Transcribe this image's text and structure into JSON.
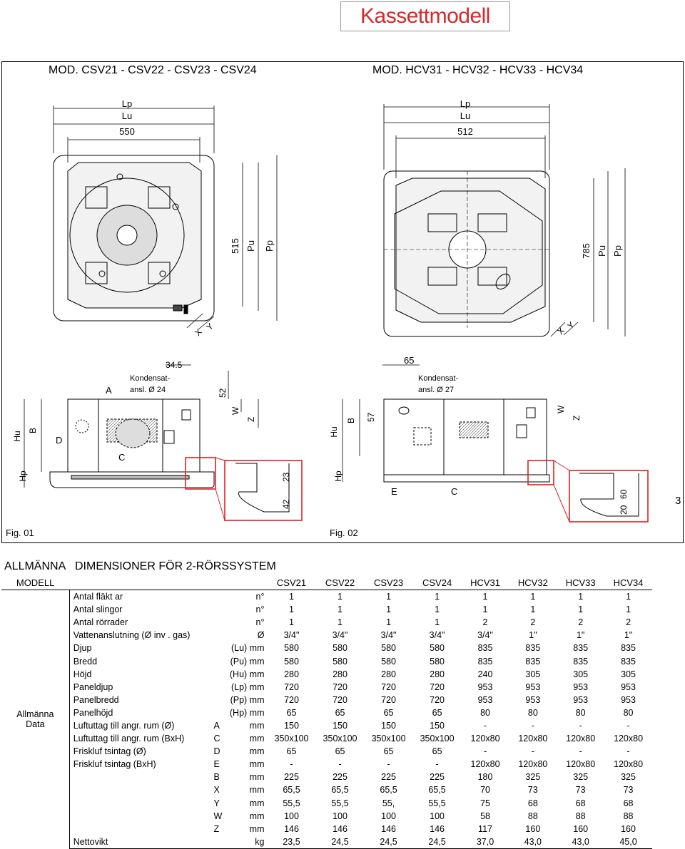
{
  "header": {
    "title": "Kassettmodell"
  },
  "drawing": {
    "left_title": "MOD. CSV21 - CSV22 - CSV23 - CSV24",
    "right_title": "MOD.  HCV31 - HCV32 - HCV33 - HCV34",
    "page_number": "3",
    "fig1": "Fig.  01",
    "fig2": "Fig.  02",
    "labels": {
      "lp": "Lp",
      "lu": "Lu",
      "w550": "550",
      "w512": "512",
      "h515": "515",
      "h785": "785",
      "pu": "Pu",
      "pp": "Pp",
      "x": "X",
      "y": "Y",
      "d345": "34.5",
      "d65": "65",
      "a": "A",
      "kond1": "Kondensat-",
      "ansl24": "ansl. Ø 24",
      "ansl27": "ansl. Ø 27",
      "d52": "52",
      "d57": "57",
      "w": "W",
      "z": "Z",
      "hu": "Hu",
      "b": "B",
      "d": "D",
      "c": "C",
      "e": "E",
      "hp": "Hp",
      "d23": "23",
      "d42": "42",
      "d20": "20",
      "d60": "60"
    }
  },
  "table": {
    "section_general": "ALLMÄNNA",
    "section_dims": "DIMENSIONER FÖR 2-RÖRSSYSTEM",
    "modell_label": "MODELL",
    "group_label_1": "Allmänna",
    "group_label_2": "Data",
    "models": [
      "CSV21",
      "CSV22",
      "CSV23",
      "CSV24",
      "HCV31",
      "HCV32",
      "HCV33",
      "HCV34"
    ],
    "rows": [
      {
        "param": "Antal fläkt ar",
        "sym": "",
        "unit": "n°",
        "values": [
          "1",
          "1",
          "1",
          "1",
          "1",
          "1",
          "1",
          "1"
        ]
      },
      {
        "param": "Antal slingor",
        "sym": "",
        "unit": "n°",
        "values": [
          "1",
          "1",
          "1",
          "1",
          "1",
          "1",
          "1",
          "1"
        ]
      },
      {
        "param": "Antal rörrader",
        "sym": "",
        "unit": "n°",
        "values": [
          "1",
          "1",
          "1",
          "1",
          "2",
          "2",
          "2",
          "2"
        ]
      },
      {
        "param": "Vattenanslutning (Ø inv . gas)",
        "sym": "",
        "unit": "Ø",
        "values": [
          "3/4\"",
          "3/4\"",
          "3/4\"",
          "3/4\"",
          "3/4\"",
          "1\"",
          "1\"",
          "1\""
        ]
      },
      {
        "param": "Djup",
        "sym": "",
        "unit": "(Lu) mm",
        "values": [
          "580",
          "580",
          "580",
          "580",
          "835",
          "835",
          "835",
          "835"
        ]
      },
      {
        "param": "Bredd",
        "sym": "",
        "unit": "(Pu) mm",
        "values": [
          "580",
          "580",
          "580",
          "580",
          "835",
          "835",
          "835",
          "835"
        ]
      },
      {
        "param": "Höjd",
        "sym": "",
        "unit": "(Hu) mm",
        "values": [
          "280",
          "280",
          "280",
          "280",
          "240",
          "305",
          "305",
          "305"
        ]
      },
      {
        "param": "Paneldjup",
        "sym": "",
        "unit": "(Lp) mm",
        "values": [
          "720",
          "720",
          "720",
          "720",
          "953",
          "953",
          "953",
          "953"
        ]
      },
      {
        "param": "Panelbredd",
        "sym": "",
        "unit": "(Pp) mm",
        "values": [
          "720",
          "720",
          "720",
          "720",
          "953",
          "953",
          "953",
          "953"
        ]
      },
      {
        "param": "Panelhöjd",
        "sym": "",
        "unit": "(Hp) mm",
        "values": [
          "65",
          "65",
          "65",
          "65",
          "80",
          "80",
          "80",
          "80"
        ]
      },
      {
        "param": "Luftuttag till angr. rum  (Ø)",
        "sym": "A",
        "unit": "mm",
        "values": [
          "150",
          "150",
          "150",
          "150",
          "-",
          "-",
          "-",
          "-"
        ]
      },
      {
        "param": "Luftuttag till angr. rum  (BxH)",
        "sym": "C",
        "unit": "mm",
        "values": [
          "350x100",
          "350x100",
          "350x100",
          "350x100",
          "120x80",
          "120x80",
          "120x80",
          "120x80"
        ]
      },
      {
        "param": "Friskluf tsintag (Ø)",
        "sym": "D",
        "unit": "mm",
        "values": [
          "65",
          "65",
          "65",
          "65",
          "-",
          "-",
          "-",
          "-"
        ]
      },
      {
        "param": "Friskluf tsintag (BxH)",
        "sym": "E",
        "unit": "mm",
        "values": [
          "-",
          "-",
          "-",
          "-",
          "120x80",
          "120x80",
          "120x80",
          "120x80"
        ]
      },
      {
        "param": "",
        "sym": "B",
        "unit": "mm",
        "values": [
          "225",
          "225",
          "225",
          "225",
          "180",
          "325",
          "325",
          "325"
        ]
      },
      {
        "param": "",
        "sym": "X",
        "unit": "mm",
        "values": [
          "65,5",
          "65,5",
          "65,5",
          "65,5",
          "70",
          "73",
          "73",
          "73"
        ]
      },
      {
        "param": "",
        "sym": "Y",
        "unit": "mm",
        "values": [
          "55,5",
          "55,5",
          "55,",
          "55,5",
          "75",
          "68",
          "68",
          "68"
        ]
      },
      {
        "param": "",
        "sym": "W",
        "unit": "mm",
        "values": [
          "100",
          "100",
          "100",
          "100",
          "58",
          "88",
          "88",
          "88"
        ]
      },
      {
        "param": "",
        "sym": "Z",
        "unit": "mm",
        "values": [
          "146",
          "146",
          "146",
          "146",
          "117",
          "160",
          "160",
          "160"
        ]
      },
      {
        "param": "Nettovikt",
        "sym": "",
        "unit": "kg",
        "values": [
          "23,5",
          "24,5",
          "24,5",
          "24,5",
          "37,0",
          "43,0",
          "43,0",
          "45,0"
        ]
      }
    ]
  }
}
